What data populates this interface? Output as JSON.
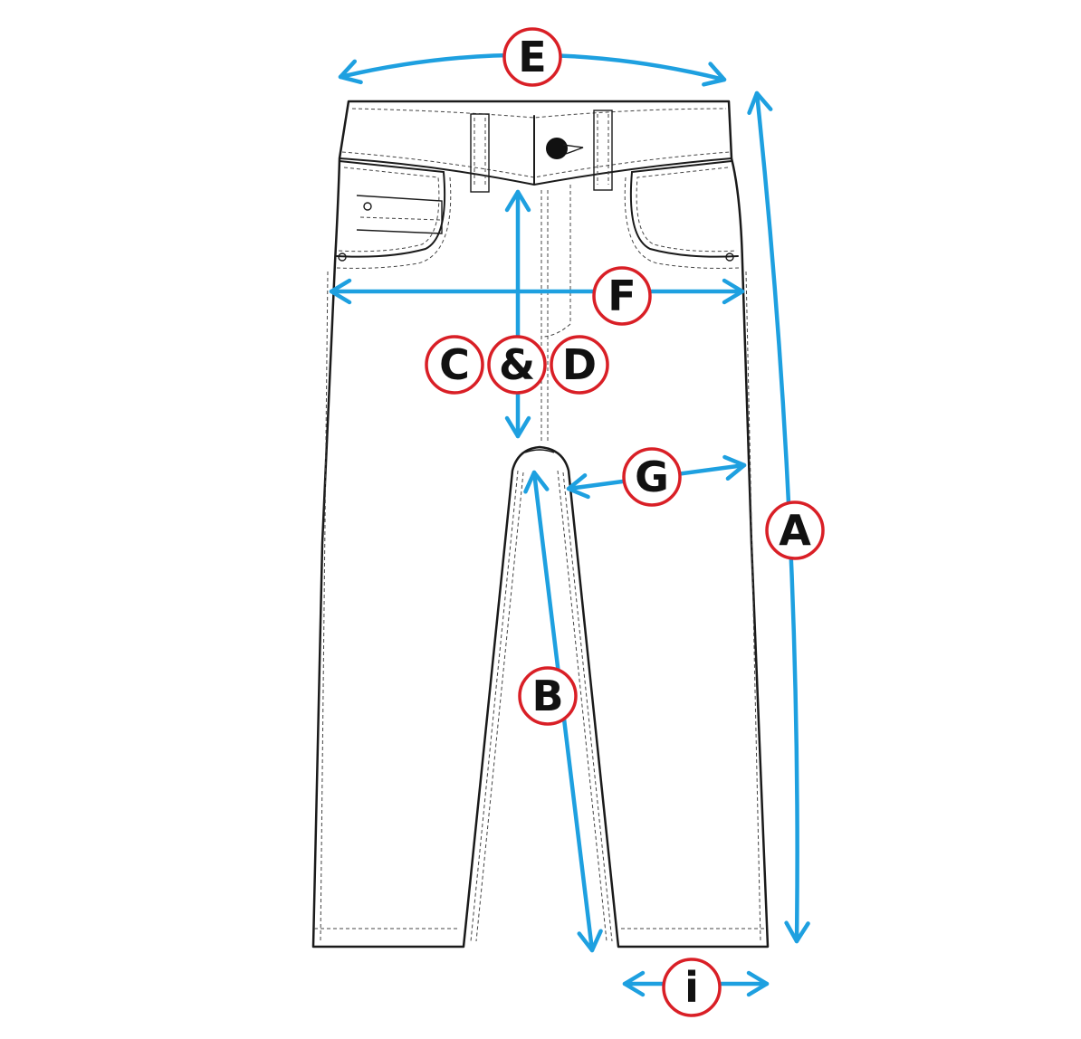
{
  "colors": {
    "arrow": "#1ea0e0",
    "badge_ring": "#d91f26",
    "garment_line": "#1a1a1a"
  },
  "labels": {
    "A": "A",
    "B": "B",
    "C": "C",
    "and": "&",
    "D": "D",
    "E": "E",
    "F": "F",
    "G": "G",
    "i": "i"
  }
}
